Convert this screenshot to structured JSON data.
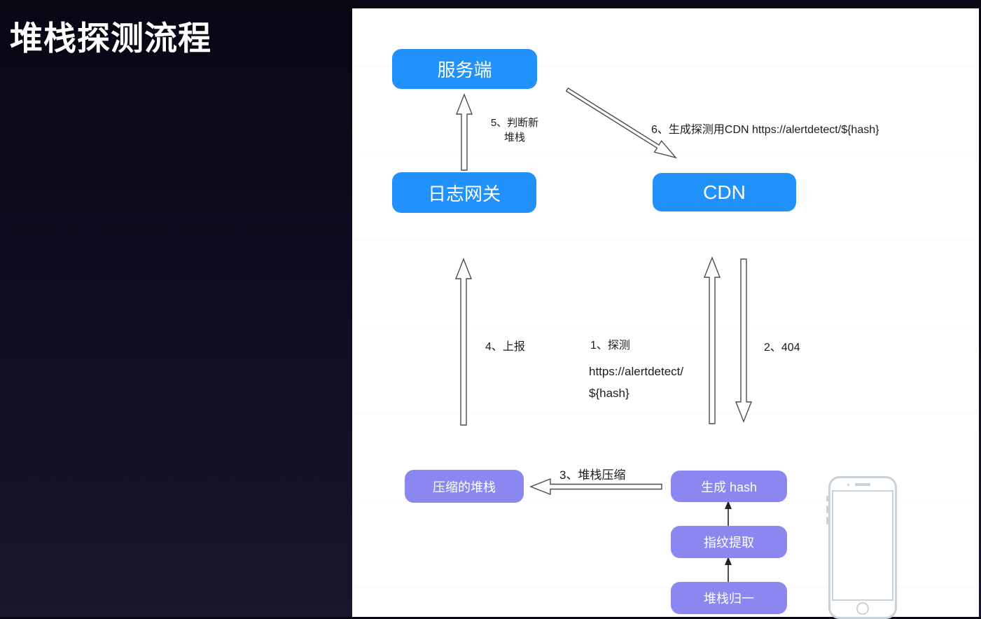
{
  "title": "堆栈探测流程",
  "colors": {
    "background_top": "#0a0614",
    "background_bottom": "#1a142c",
    "panel": "#ffffff",
    "node_blue": "#2191fb",
    "node_purple": "#8a87f1",
    "arrow_outline": "#4d4d4d",
    "label_text": "#1c1c1c",
    "phone_outline": "#c7d3d9"
  },
  "diagram": {
    "nodes": {
      "server": "服务端",
      "log_gateway": "日志网关",
      "cdn": "CDN",
      "compressed_stack": "压缩的堆栈",
      "generate_hash": "生成 hash",
      "fingerprint_extract": "指纹提取",
      "stack_normalize": "堆栈归一"
    },
    "edges": {
      "step5": "5、判断新\n堆栈",
      "step6": "6、生成探测用CDN  https://alertdetect/${hash}",
      "step4": "4、上报",
      "step1": "1、探测",
      "step1_url": "https://alertdetect/\n${hash}",
      "step2": "2、404",
      "step3": "3、堆栈压缩"
    }
  }
}
